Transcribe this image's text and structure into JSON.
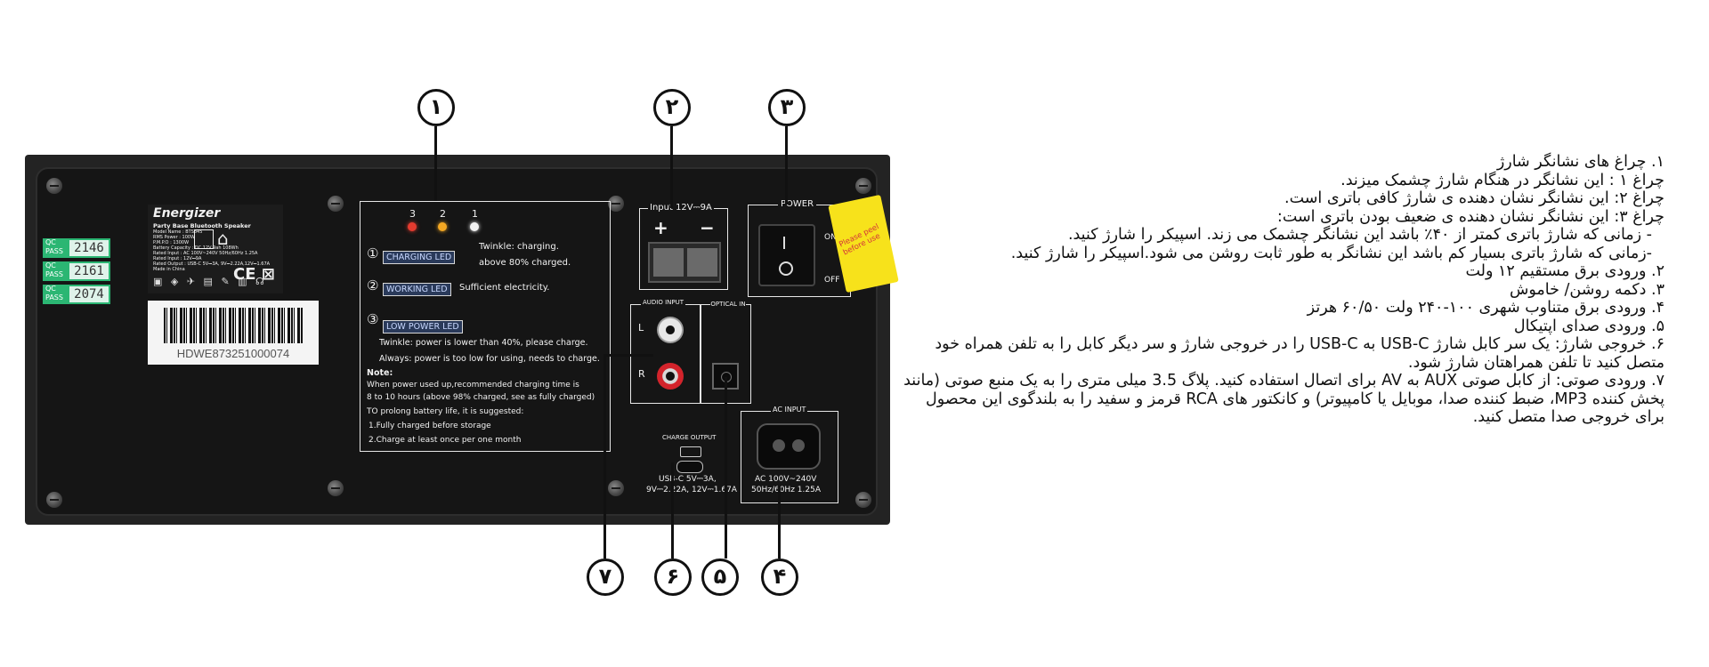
{
  "callouts": [
    "۱",
    "۲",
    "۳",
    "۴",
    "۵",
    "۶",
    "۷"
  ],
  "qc_tags": [
    {
      "pass": "QC PASS",
      "num": "2146"
    },
    {
      "pass": "QC PASS",
      "num": "2161"
    },
    {
      "pass": "QC PASS",
      "num": "2074"
    }
  ],
  "product_label": {
    "brand": "Energizer",
    "title": "Party Base Bluetooth Speaker",
    "specs": [
      "Model Name : BTS845",
      "RMS Power : 100W",
      "P.M.P.O : 1300W",
      "Battery Capacity : DC 12V 9ah 108Wh",
      "Rated Input : AC 100V~240V 50Hz/60Hz 1.25A",
      "Rated Input : 12V⎓9A",
      "Rated Output : USB-C 5V⎓3A, 9V⎓2.22A,12V⎓1.67A",
      "Made in China"
    ],
    "barcode_text": "HDWE873251000074"
  },
  "led_panel": {
    "led_numbers": [
      "3",
      "2",
      "1"
    ],
    "led_colors": [
      "#e53b2f",
      "#f4a823",
      "#f2f2f2"
    ],
    "items": [
      {
        "num": "①",
        "label": "CHARGING LED",
        "desc1": "Twinkle: charging.",
        "desc2": "above 80% charged."
      },
      {
        "num": "②",
        "label": "WORKING LED",
        "desc1": "Sufficient electricity."
      },
      {
        "num": "③",
        "label": "LOW POWER LED",
        "desc1": "Twinkle: power is lower than 40%, please charge.",
        "desc2": "Always: power is too low for using, needs to charge."
      }
    ],
    "note_title": "Note:",
    "note_lines": [
      "When power used up,recommended charging time is",
      "8 to 10 hours (above 98% charged, see as fully charged)",
      "TO prolong battery life, it is suggested:",
      "1.Fully charged before storage",
      "2.Charge at least once per one month"
    ]
  },
  "dc_input": {
    "label": "Input 12V⎓9A",
    "plus": "+",
    "minus": "−"
  },
  "power": {
    "label": "POWER",
    "on": "ON",
    "off": "OFF",
    "sticker": "Please peel before use"
  },
  "audio_input": {
    "label": "AUDIO INPUT",
    "left": "L",
    "right": "R"
  },
  "optical": {
    "label": "OPTICAL IN"
  },
  "charge_output": {
    "label": "CHARGE OUTPUT",
    "spec1": "USB-C 5V⎓3A,",
    "spec2": "9V⎓2.22A, 12V⎓1.67A"
  },
  "ac_input": {
    "label": "AC INPUT",
    "spec1": "AC 100V~240V",
    "spec2": "50Hz/60Hz 1.25A"
  },
  "description": [
    "۱. چراغ های نشانگر شارژ",
    "چراغ ۱ : این نشانگر در هنگام شارژ چشمک میزند.",
    "چراغ ۲: این نشانگر نشان دهنده ی شارژ کافی باتری است.",
    "چراغ ۳: این نشانگر نشان دهنده ی ضعیف بودن باتری است:",
    "- زمانی که شارژ باتری کمتر از ۴۰٪ باشد این نشانگر چشمک می زند. اسپیکر را شارژ کنید.",
    "-زمانی که شارژ باتری بسیار کم باشد این نشانگر به طور ثابت روشن می شود.اسپیکر را شارژ کنید.",
    "۲. ورودی برق مستقیم ۱۲ ولت",
    "۳. دکمه روشن/ خاموش",
    "۴. ورودی برق متناوب شهری ۱۰۰-۲۴۰ ولت ۶۰/۵۰ هرتز",
    "۵. ورودی صدای اپتیکال",
    "۶. خروجی شارژ: یک سر کابل شارژ USB-C به USB-C را در خروجی شارژ و سر دیگر کابل را به تلفن همراه خود متصل کنید تا تلفن همراهتان شارژ شود.",
    "۷. ورودی صوتی: از کابل صوتی AUX به AV برای اتصال استفاده کنید. پلاگ 3.5 میلی متری را به یک منبع صوتی (مانند پخش کننده MP3، ضبط کننده صدا، موبایل یا کامپیوتر) و کانکتور های RCA قرمز و سفید را به بلندگوی این محصول برای خروجی صدا متصل کنید."
  ]
}
